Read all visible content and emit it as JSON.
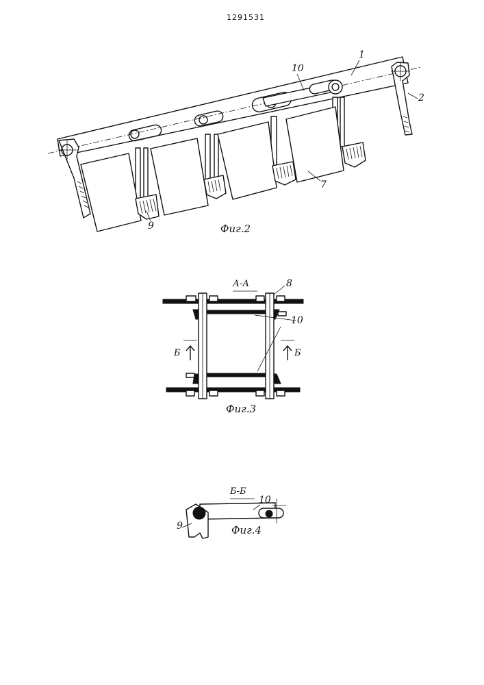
{
  "header": {
    "patent_number": "1291531"
  },
  "figures": [
    {
      "id": "fig2",
      "caption": "Фиг.2",
      "labels": [
        "1",
        "10",
        "2",
        "7",
        "9"
      ]
    },
    {
      "id": "fig3",
      "caption": "Фиг.3",
      "section_title": "А-А",
      "labels": [
        "8",
        "10"
      ],
      "cut_marks": [
        "Б",
        "Б"
      ]
    },
    {
      "id": "fig4",
      "caption": "Фиг.4",
      "section_title": "Б-Б",
      "labels": [
        "10",
        "9"
      ]
    }
  ]
}
